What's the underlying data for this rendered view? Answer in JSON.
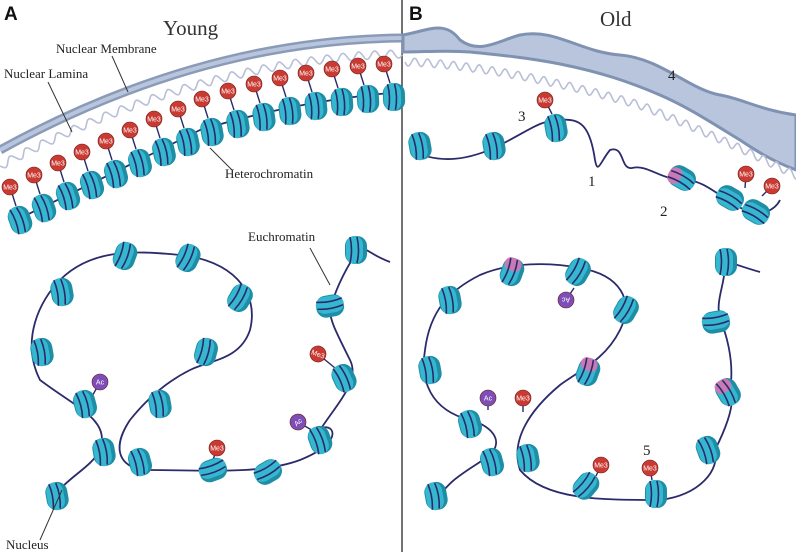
{
  "panels": {
    "a": {
      "letter": "A",
      "title": "Young"
    },
    "b": {
      "letter": "B",
      "title": "Old"
    }
  },
  "labels": {
    "nuclear_membrane": "Nuclear Membrane",
    "nuclear_lamina": "Nuclear Lamina",
    "heterochromatin": "Heterochromatin",
    "euchromatin": "Euchromatin",
    "nucleus": "Nucleus"
  },
  "markers": {
    "methyl": "Me3",
    "acetyl": "Ac"
  },
  "callouts": [
    "1",
    "2",
    "3",
    "4",
    "5"
  ],
  "colors": {
    "nucleosome": "#35b8cf",
    "nucleosome_dark": "#1e8ea6",
    "dna": "#2b2a6b",
    "methyl_tag": "#c93a32",
    "acetyl_tag": "#7d4db8",
    "membrane": "#8a9bb8",
    "membrane_fill": "#b8c5dd",
    "lamina": "#b9bfd6",
    "aberrant_mark": "#e070b0",
    "divider": "#444444"
  }
}
